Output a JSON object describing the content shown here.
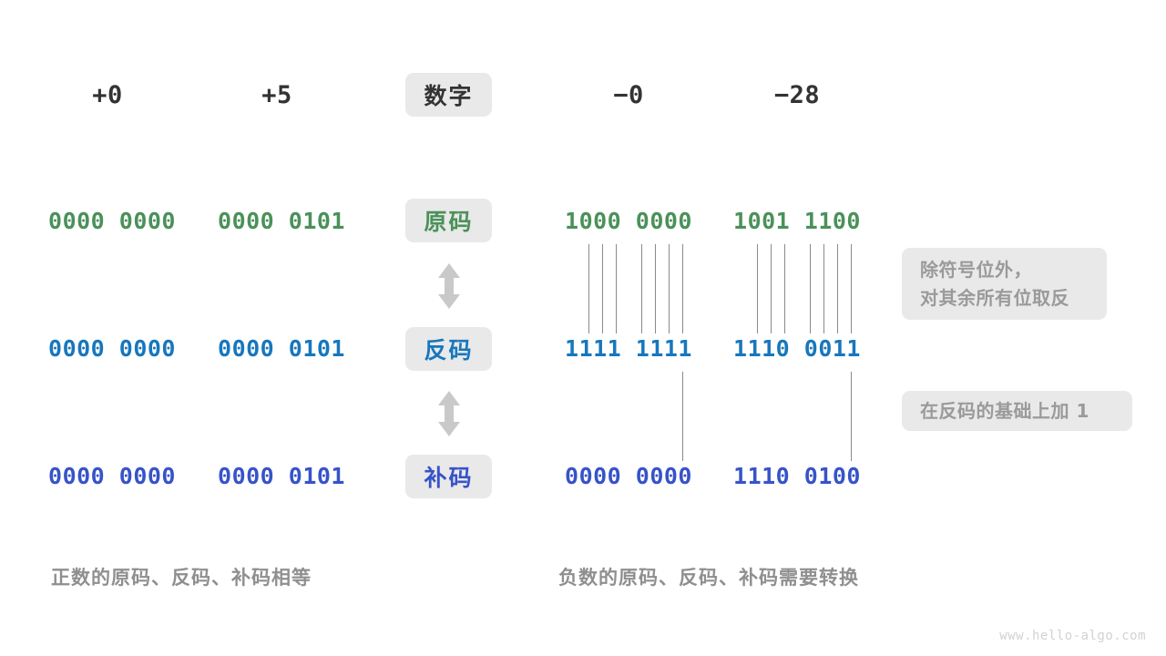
{
  "diagram": {
    "header": {
      "label": "数字",
      "columns": [
        "+0",
        "+5",
        "−0",
        "−28"
      ]
    },
    "rows": [
      {
        "key": "sign_magnitude",
        "label": "原码",
        "color": "#4a9159",
        "values": [
          "0000 0000",
          "0000 0101",
          "1000 0000",
          "1001 1100"
        ]
      },
      {
        "key": "ones_complement",
        "label": "反码",
        "color": "#1777bd",
        "values": [
          "0000 0000",
          "0000 0101",
          "1111 1111",
          "1110 0011"
        ]
      },
      {
        "key": "twos_complement",
        "label": "补码",
        "color": "#3753c8",
        "values": [
          "0000 0000",
          "0000 0101",
          "0000 0000",
          "1110 0100"
        ]
      }
    ],
    "notes": [
      {
        "key": "invert-note",
        "lines": [
          "除符号位外，",
          "对其余所有位取反"
        ]
      },
      {
        "key": "plus-one-note",
        "lines": [
          "在反码的基础上加  1"
        ]
      }
    ],
    "captions": {
      "positive": "正数的原码、反码、补码相等",
      "negative": "负数的原码、反码、补码需要转换"
    },
    "watermark": "www.hello-algo.com",
    "colors": {
      "pill_background": "#e9e9e9",
      "connector": "#8a8a8a",
      "arrow": "#c9c9c9",
      "note_text": "#9a9a9a",
      "caption_text": "#8f8f8f",
      "header_text": "#333333"
    }
  }
}
